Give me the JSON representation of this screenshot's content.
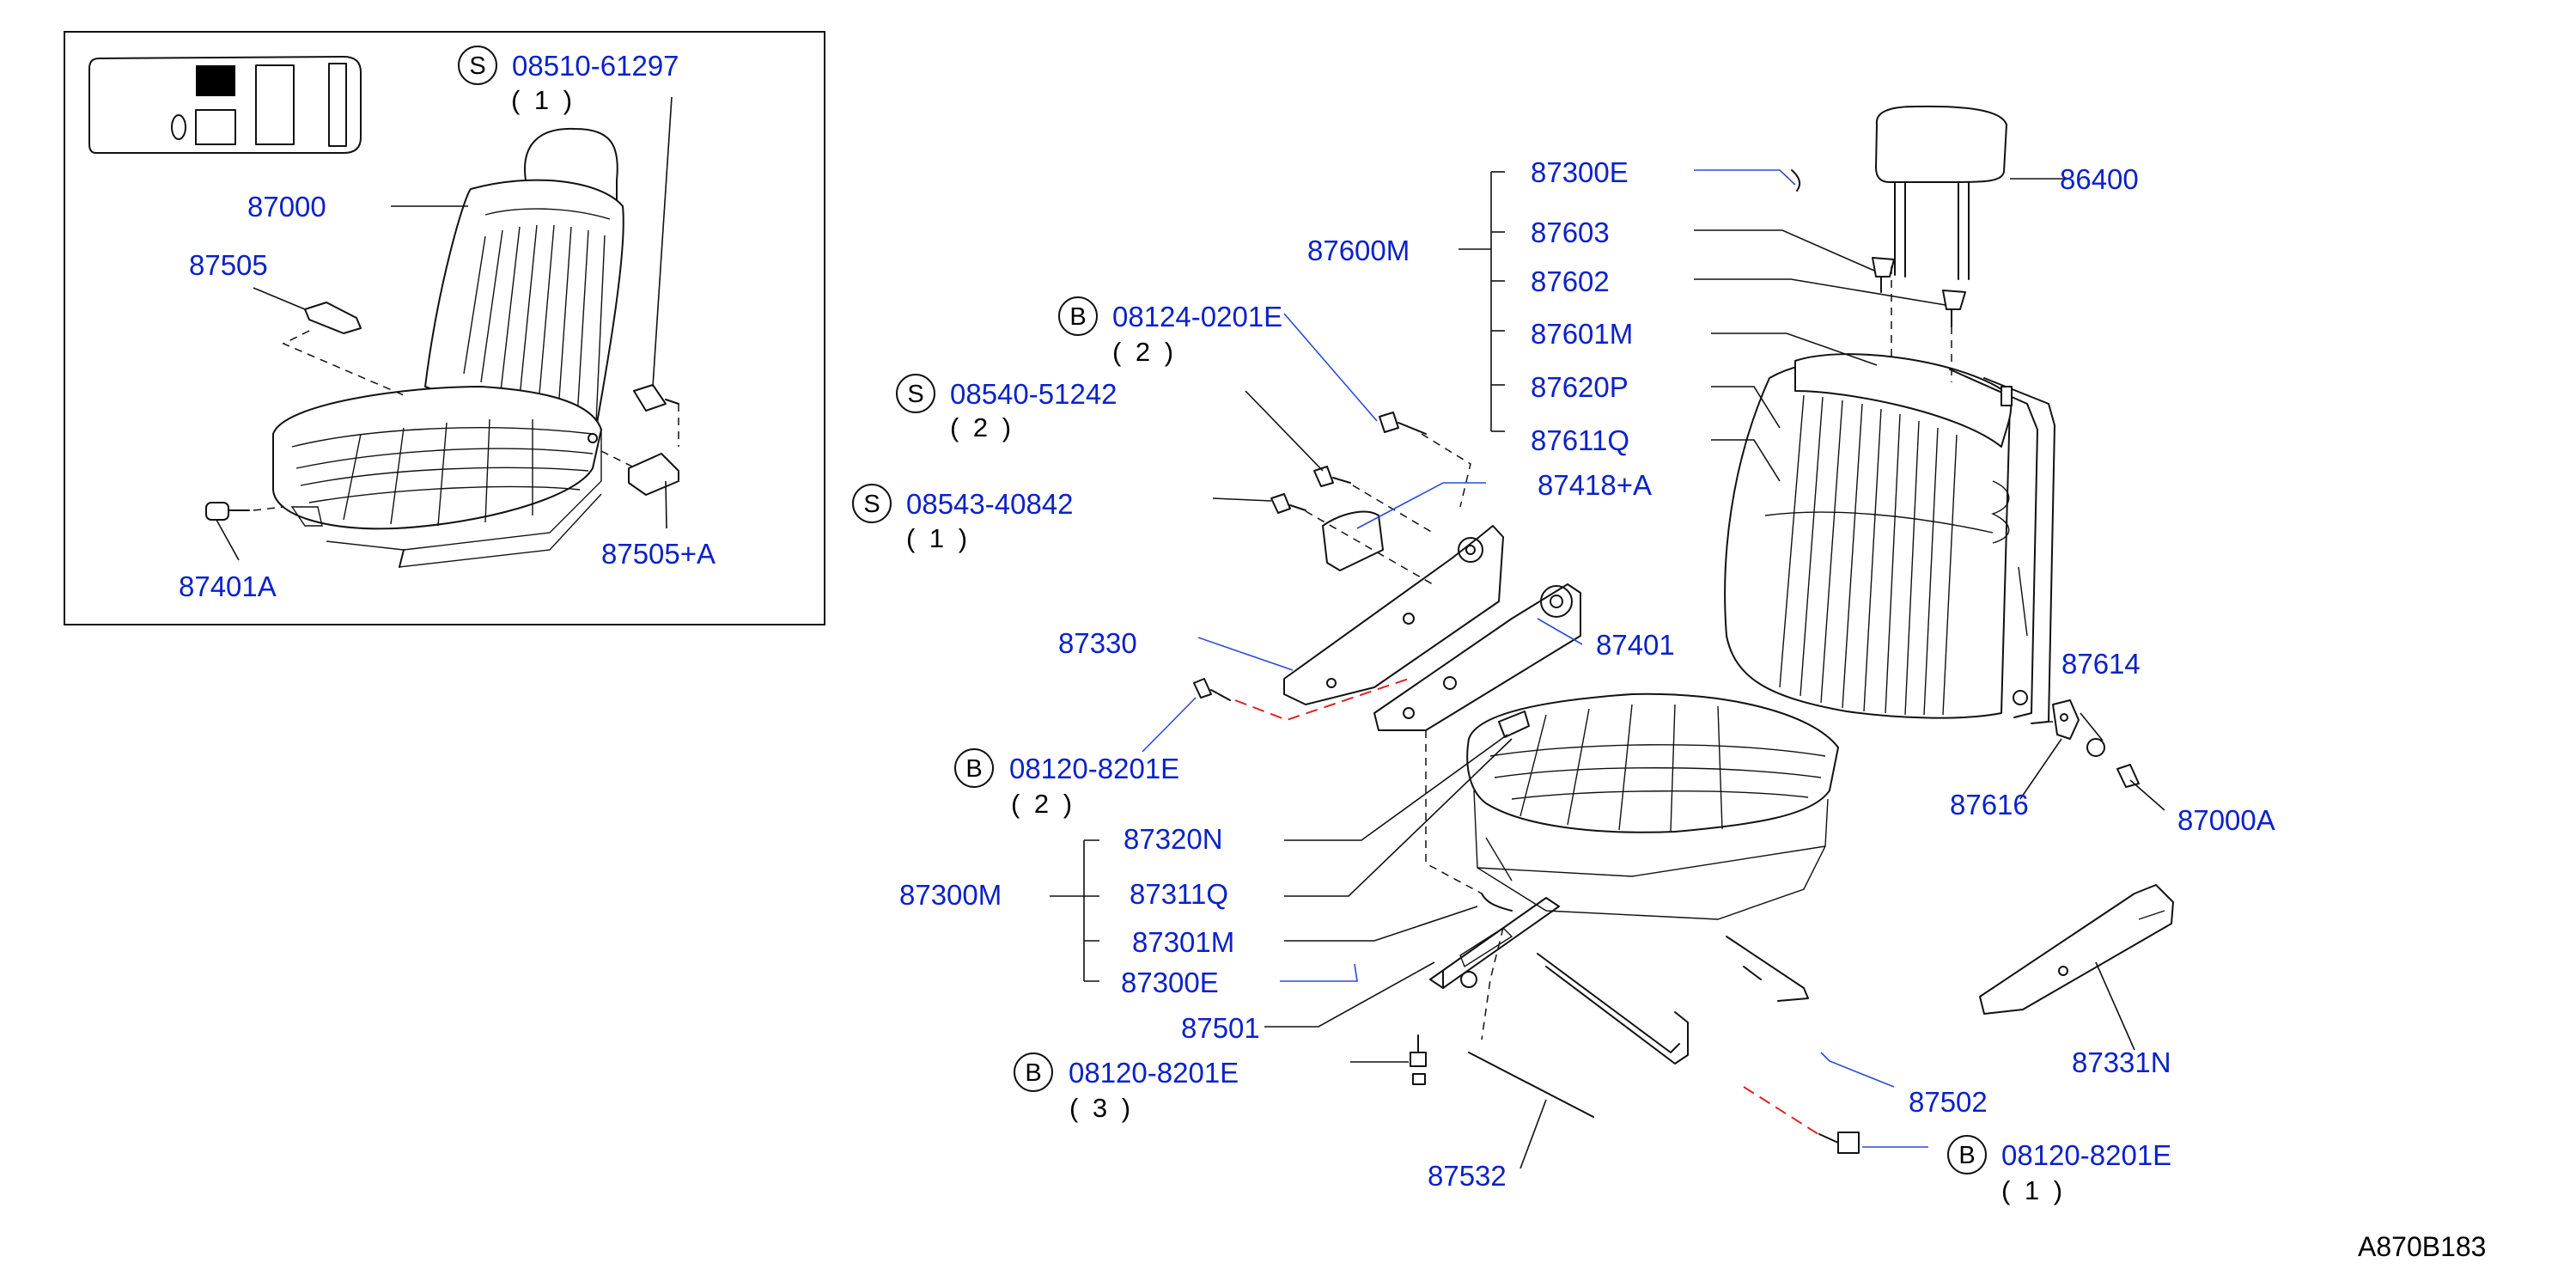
{
  "inset": {
    "callouts": {
      "s1_code": "S",
      "s1_part": "08510-61297",
      "s1_qty": "( 1 )",
      "seat_assy": "87000",
      "p87505": "87505",
      "p87401a": "87401A",
      "p87505a": "87505+A"
    }
  },
  "callouts": {
    "p86400": "86400",
    "p87300e_top": "87300E",
    "p87603": "87603",
    "p87602": "87602",
    "p87600m": "87600M",
    "p87601m": "87601M",
    "p87620p": "87620P",
    "p87611q": "87611Q",
    "b1_code": "B",
    "b1_part": "08124-0201E",
    "b1_qty": "( 2 )",
    "s2_code": "S",
    "s2_part": "08540-51242",
    "s2_qty": "( 2 )",
    "p87418a": "87418+A",
    "s3_code": "S",
    "s3_part": "08543-40842",
    "s3_qty": "( 1 )",
    "p87330": "87330",
    "p87401": "87401",
    "b2_code": "B",
    "b2_part": "08120-8201E",
    "b2_qty": "( 2 )",
    "p87614": "87614",
    "p87616": "87616",
    "p87000a": "87000A",
    "p87320n": "87320N",
    "p87300m": "87300M",
    "p87311q": "87311Q",
    "p87301m": "87301M",
    "p87300e_bottom": "87300E",
    "p87501": "87501",
    "b3_code": "B",
    "b3_part": "08120-8201E",
    "b3_qty": "( 3 )",
    "p87331n": "87331N",
    "p87502": "87502",
    "b4_code": "B",
    "b4_part": "08120-8201E",
    "b4_qty": "( 1 )",
    "p87532": "87532"
  },
  "footer": {
    "drawing_ref": "A870B183"
  }
}
